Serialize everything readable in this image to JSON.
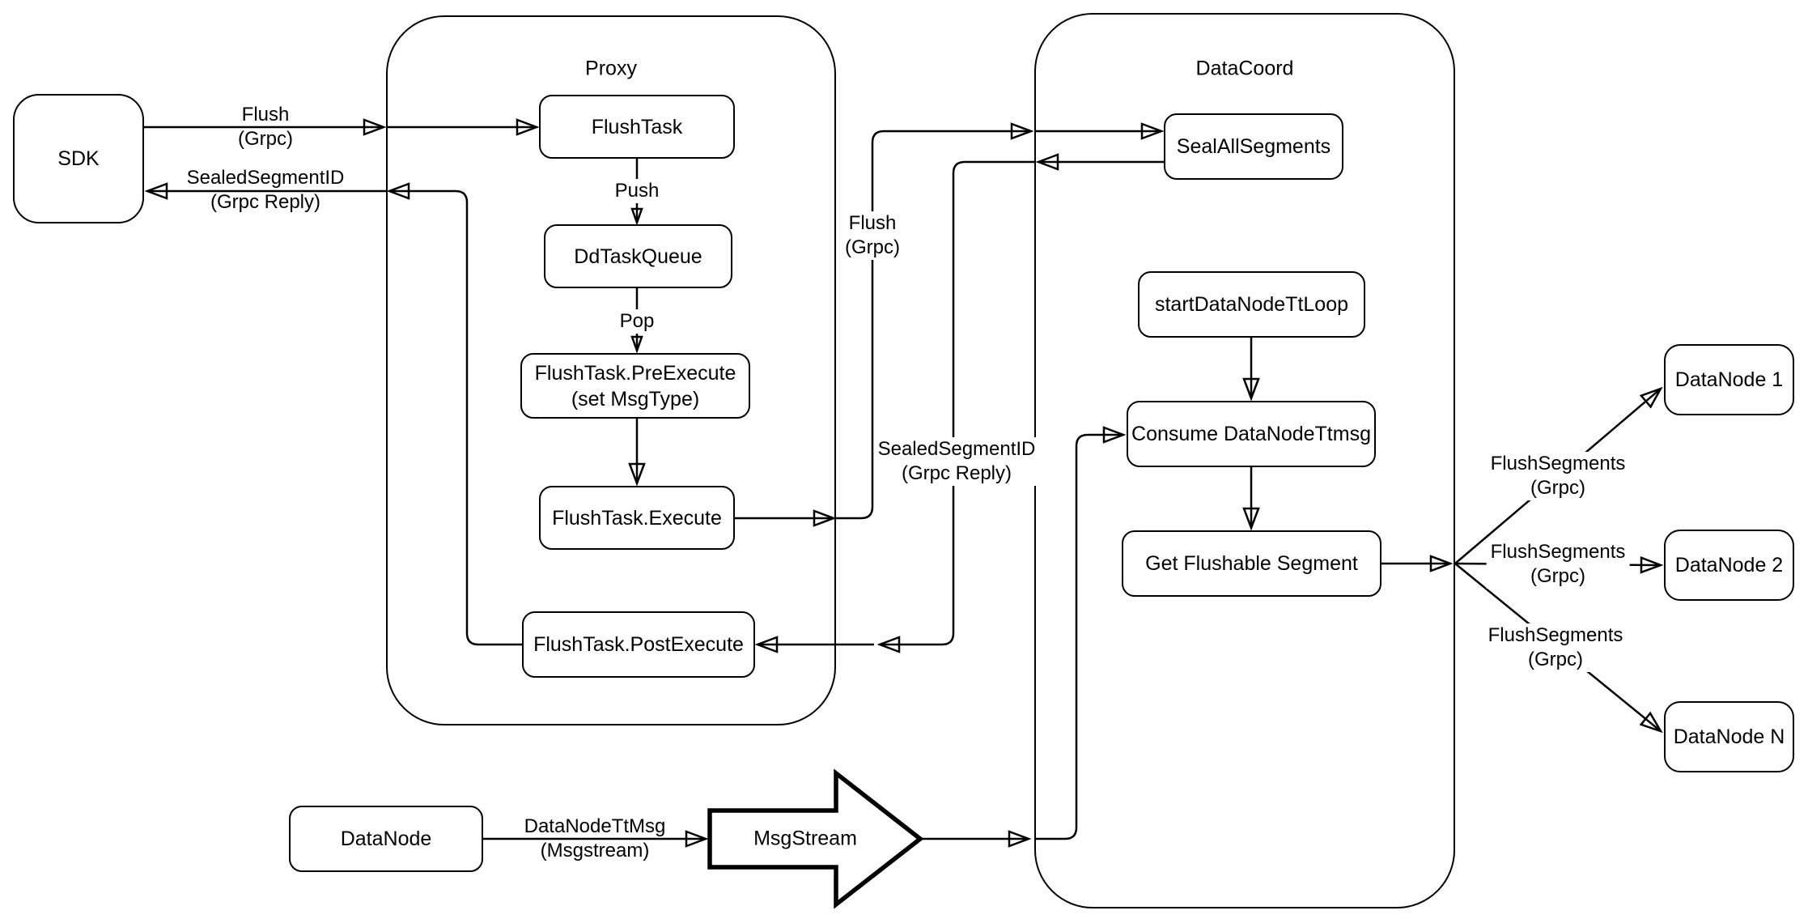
{
  "diagram": {
    "background": "#ffffff",
    "stroke_color": "#000000",
    "containers": {
      "proxy": {
        "title": "Proxy"
      },
      "data_coord": {
        "title": "DataCoord"
      }
    },
    "nodes": {
      "sdk": {
        "label": "SDK"
      },
      "flush_task": {
        "label": "FlushTask"
      },
      "dd_task_queue": {
        "label": "DdTaskQueue"
      },
      "pre_execute": {
        "line1": "FlushTask.PreExecute",
        "line2": "(set MsgType)"
      },
      "execute": {
        "label": "FlushTask.Execute"
      },
      "post_execute": {
        "label": "FlushTask.PostExecute"
      },
      "seal_all_segments": {
        "label": "SealAllSegments"
      },
      "start_data_node_tt_loop": {
        "label": "startDataNodeTtLoop"
      },
      "consume_data_node_ttmsg": {
        "label": "Consume DataNodeTtmsg"
      },
      "get_flushable_segment": {
        "label": "Get Flushable Segment"
      },
      "data_node_1": {
        "label": "DataNode 1"
      },
      "data_node_2": {
        "label": "DataNode 2"
      },
      "data_node_n": {
        "label": "DataNode N"
      },
      "data_node": {
        "label": "DataNode"
      },
      "msg_stream": {
        "label": "MsgStream"
      }
    },
    "edge_labels": {
      "flush_sdk_proxy": {
        "line1": "Flush",
        "line2": "(Grpc)"
      },
      "sealed_segment_to_sdk": {
        "line1": "SealedSegmentID",
        "line2": "(Grpc Reply)"
      },
      "push": {
        "label": "Push"
      },
      "pop": {
        "label": "Pop"
      },
      "flush_proxy_datacoord": {
        "line1": "Flush",
        "line2": "(Grpc)"
      },
      "sealed_segment_to_proxy": {
        "line1": "SealedSegmentID",
        "line2": "(Grpc Reply)"
      },
      "flush_segments_1": {
        "line1": "FlushSegments",
        "line2": "(Grpc)"
      },
      "flush_segments_2": {
        "line1": "FlushSegments",
        "line2": "(Grpc)"
      },
      "flush_segments_3": {
        "line1": "FlushSegments",
        "line2": "(Grpc)"
      },
      "data_node_tt_msg": {
        "line1": "DataNodeTtMsg",
        "line2": "(Msgstream)"
      }
    }
  }
}
